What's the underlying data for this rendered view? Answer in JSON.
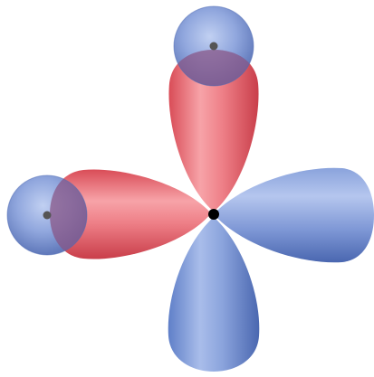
{
  "diagram": {
    "background": "#ffffff",
    "colors": {
      "positive_lobe": "#e86a73",
      "negative_lobe": "#6f8fd4",
      "atomic_orbital": "#6f8fd4",
      "overlap_region": "#8a5c8c",
      "nucleus": "#000000",
      "atom_center": "#555555"
    },
    "orbital": {
      "lobe_count": 4,
      "lobes": [
        {
          "id": "up",
          "phase": "positive",
          "color_key": "positive_lobe"
        },
        {
          "id": "left",
          "phase": "positive",
          "color_key": "positive_lobe"
        },
        {
          "id": "right",
          "phase": "negative",
          "color_key": "negative_lobe"
        },
        {
          "id": "down",
          "phase": "negative",
          "color_key": "negative_lobe"
        }
      ]
    },
    "bonding_partners": [
      {
        "id": "top",
        "overlaps_lobe": "up"
      },
      {
        "id": "left",
        "overlaps_lobe": "left"
      }
    ]
  }
}
